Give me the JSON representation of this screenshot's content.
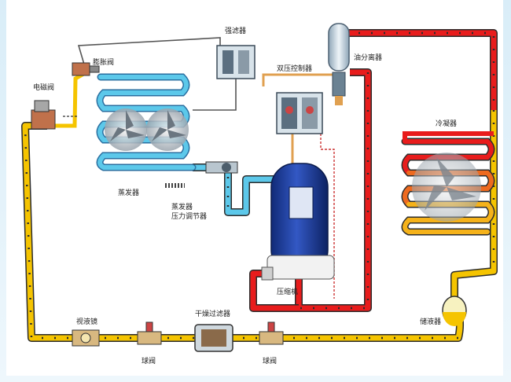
{
  "labels": {
    "solenoid_valve": "电磁阀",
    "expansion_valve": "膨胀阀",
    "filter_top": "强滤器",
    "dual_pressure_controller": "双压控制器",
    "oil_separator": "油分离器",
    "condenser": "冷凝器",
    "evaporator": "蒸发器",
    "evap_pressure_regulator_line1": "蒸发器",
    "evap_pressure_regulator_line2": "压力调节器",
    "compressor": "压缩机",
    "receiver": "储液器",
    "sight_glass": "视液镜",
    "filter_drier": "干燥过滤器",
    "ball_valve_left": "球阀",
    "ball_valve_right": "球阀"
  },
  "colors": {
    "liquid_line": "#f5c400",
    "discharge_line": "#e81c1c",
    "suction_line": "#5cc8ea",
    "compressor_body": "#1b3e9e",
    "background": "#ffffff"
  }
}
